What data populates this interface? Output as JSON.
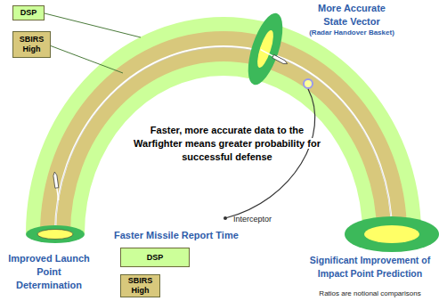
{
  "diagram": {
    "nodes": [
      {
        "text": [
          "DSP"
        ]
      },
      {
        "text": [
          "SBIRS High"
        ]
      },
      {
        "text": [
          "DSP"
        ]
      },
      {
        "text": [
          "SBIRS High"
        ]
      }
    ],
    "labels": [
      "More Accurate State Vector",
      "(Radar Handover Basket)",
      "Faster, more accurate data to the Warfighter means greater probability for successful defense",
      "Interceptor",
      "Faster Missile Report Time",
      "Improved Launch Point Determination",
      "Significant Improvement of Impact Point Prediction",
      "Ratios are notional comparisons"
    ]
  }
}
